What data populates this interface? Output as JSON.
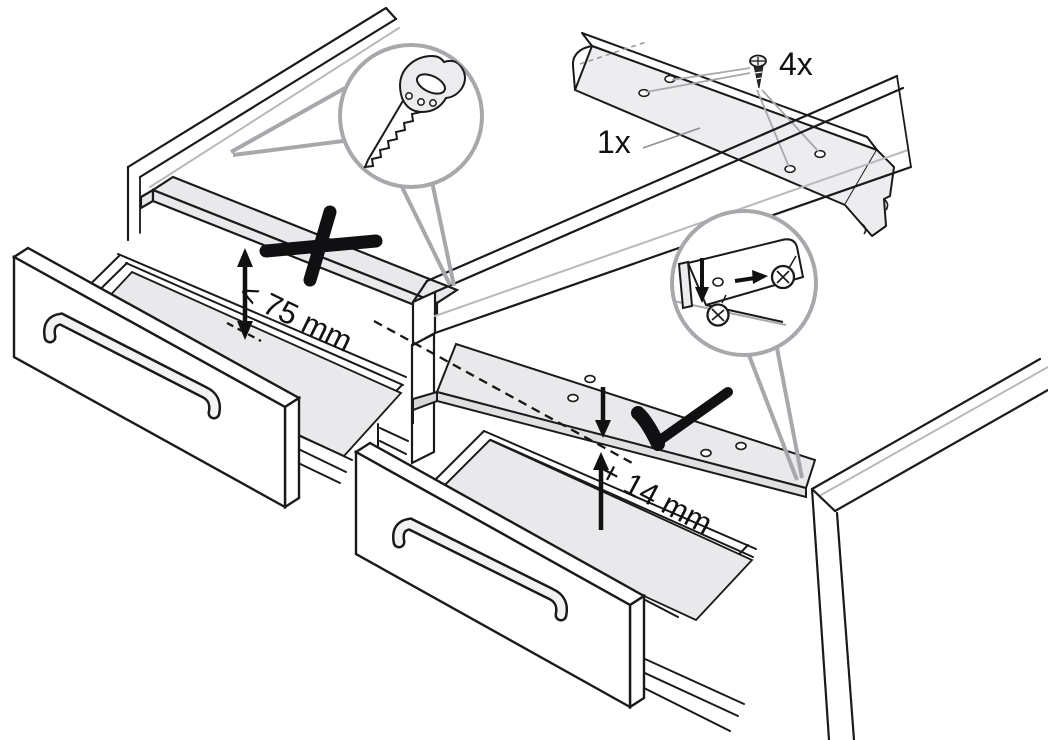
{
  "page": {
    "title": "Drawer front-rail mounting instruction",
    "background": "#ffffff"
  },
  "labels": {
    "bracket_quantity": "1x",
    "screw_quantity": "4x",
    "gap_measurement": "< 75 mm",
    "offset_measurement": "+ 14 mm"
  },
  "icons": [
    "handsaw-icon",
    "prohibited-x-icon",
    "checkmark-icon",
    "screw-icon",
    "phillips-screw-head-icon",
    "magnifier-detail-circle",
    "double-vertical-arrow-icon",
    "down-arrow-icon",
    "up-arrow-icon",
    "right-arrow-icon"
  ],
  "colors": {
    "line": "#1a1a1c",
    "gray_line": "#a8a8ac",
    "light_gray_line": "#b9b9bd",
    "panel_fill": "#e9e9eb",
    "annotation": "#111111",
    "white": "#ffffff"
  }
}
